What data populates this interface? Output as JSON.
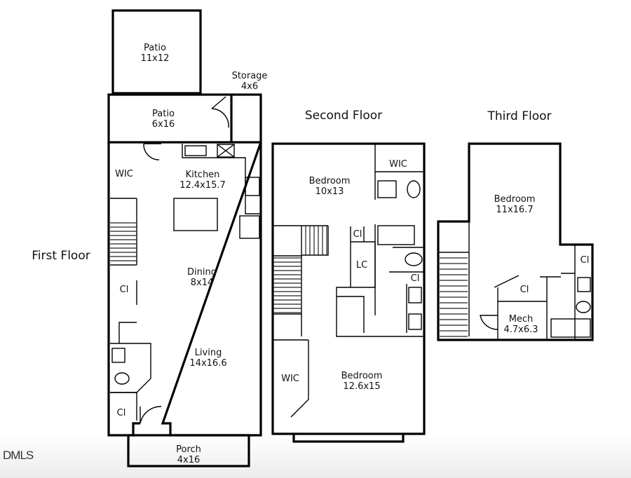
{
  "floors": {
    "first": {
      "title": "First Floor",
      "rooms": [
        {
          "name": "Patio",
          "size": "11x12"
        },
        {
          "name": "Storage",
          "size": "4x6"
        },
        {
          "name": "Patio",
          "size": "6x16"
        },
        {
          "name": "WIC",
          "size": ""
        },
        {
          "name": "Kitchen",
          "size": "12.4x15.7"
        },
        {
          "name": "Dining",
          "size": "8x14"
        },
        {
          "name": "Cl",
          "size": ""
        },
        {
          "name": "Living",
          "size": "14x16.6"
        },
        {
          "name": "Cl",
          "size": ""
        },
        {
          "name": "Porch",
          "size": "4x16"
        }
      ]
    },
    "second": {
      "title": "Second Floor",
      "rooms": [
        {
          "name": "Bedroom",
          "size": "10x13"
        },
        {
          "name": "WIC",
          "size": ""
        },
        {
          "name": "Cl",
          "size": ""
        },
        {
          "name": "LC",
          "size": ""
        },
        {
          "name": "Cl",
          "size": ""
        },
        {
          "name": "WIC",
          "size": ""
        },
        {
          "name": "Bedroom",
          "size": "12.6x15"
        }
      ]
    },
    "third": {
      "title": "Third Floor",
      "rooms": [
        {
          "name": "Bedroom",
          "size": "11x16.7"
        },
        {
          "name": "Cl",
          "size": ""
        },
        {
          "name": "Cl",
          "size": ""
        },
        {
          "name": "Mech",
          "size": "4.7x6.3"
        }
      ]
    }
  },
  "watermark": "DMLS"
}
